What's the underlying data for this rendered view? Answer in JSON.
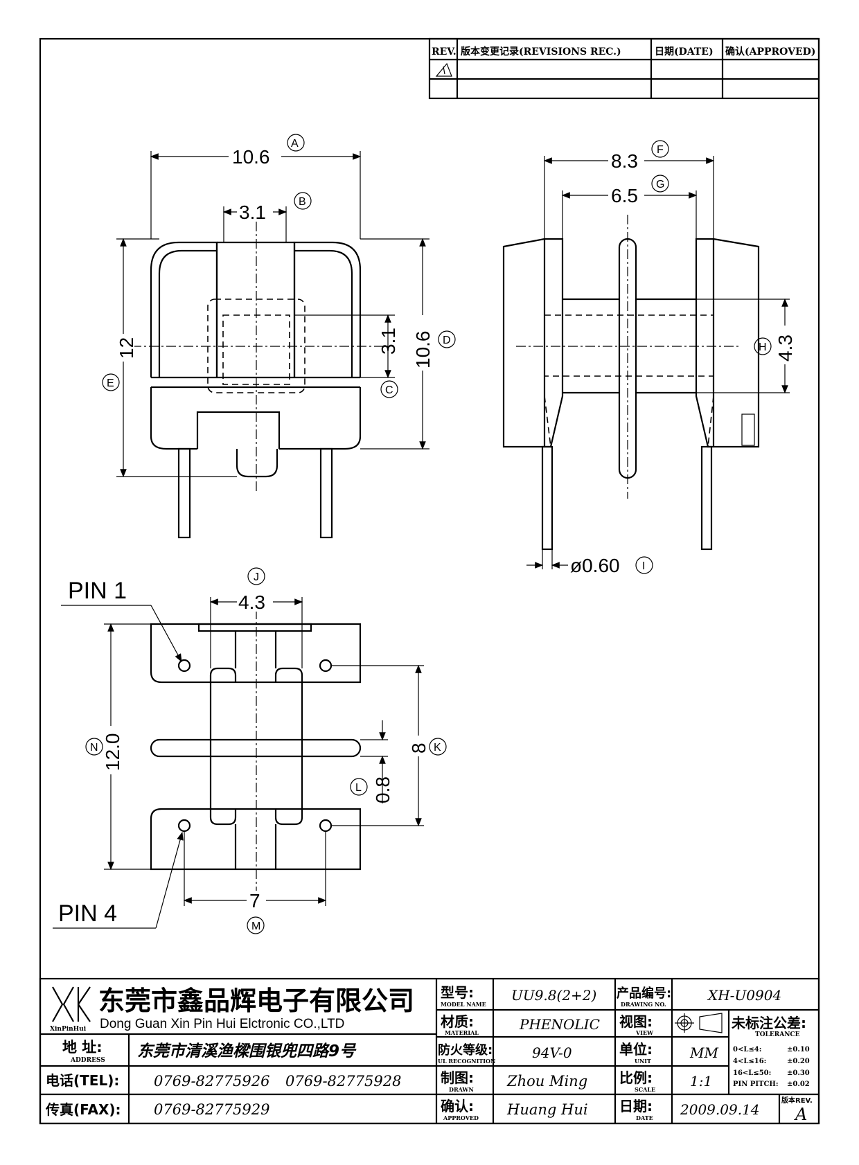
{
  "revisions": {
    "header_rev": "REV.",
    "header_record": "版本变更记录(REVISIONS REC.)",
    "header_date": "日期(DATE)",
    "header_approved": "确认(APPROVED)"
  },
  "views": {
    "front": {
      "dim_a": "10.6",
      "label_a": "A",
      "dim_b": "3.1",
      "label_b": "B",
      "dim_c": "3.1",
      "label_c": "C",
      "dim_d": "10.6",
      "label_d": "D",
      "dim_e": "12",
      "label_e": "E"
    },
    "side": {
      "dim_f": "8.3",
      "label_f": "F",
      "dim_g": "6.5",
      "label_g": "G",
      "dim_h": "4.3",
      "label_h": "H",
      "dim_i": "ø0.60",
      "label_i": "I"
    },
    "bottom": {
      "pin1": "PIN 1",
      "pin4": "PIN 4",
      "dim_j": "4.3",
      "label_j": "J",
      "dim_k": "8",
      "label_k": "K",
      "dim_l": "0.8",
      "label_l": "L",
      "dim_m": "7",
      "label_m": "M",
      "dim_n": "12.0",
      "label_n": "N"
    }
  },
  "title_block": {
    "company_cn": "东莞市鑫品辉电子有限公司",
    "company_en": "Dong Guan Xin Pin Hui Elctronic CO.,LTD",
    "logo_text": "XinPinHui",
    "address_label": "地 址:",
    "address_label_en": "ADDRESS",
    "address": "东莞市清溪渔樑围银兜四路9号",
    "tel_label": "电话(TEL):",
    "tel1": "0769-82775926",
    "tel2": "0769-82775928",
    "fax_label": "传真(FAX):",
    "fax": "0769-82775929",
    "model_label": "型号:",
    "model_label_en": "MODEL NAME",
    "model": "UU9.8(2+2)",
    "material_label": "材质:",
    "material_label_en": "MATERIAL",
    "material": "PHENOLIC",
    "ul_label": "防火等级:",
    "ul_label_en": "UL RECOGNITION",
    "ul": "94V-0",
    "drawn_label": "制图:",
    "drawn_label_en": "DRAWN",
    "drawn": "Zhou Ming",
    "approved_label": "确认:",
    "approved_label_en": "APPROVED",
    "approved": "Huang Hui",
    "drawing_no_label": "产品编号:",
    "drawing_no_label_en": "DRAWING NO.",
    "drawing_no": "XH-U0904",
    "view_label": "视图:",
    "view_label_en": "VIEW",
    "unit_label": "单位:",
    "unit_label_en": "UNIT",
    "unit": "MM",
    "scale_label": "比例:",
    "scale_label_en": "SCALE",
    "scale": "1:1",
    "date_label": "日期:",
    "date_label_en": "DATE",
    "date": "2009.09.14",
    "tolerance_label": "未标注公差:",
    "tolerance_label_en": "TOLERANCE",
    "tolerances": [
      {
        "range": "0<L≤4:",
        "value": "±0.10"
      },
      {
        "range": "4<L≤16:",
        "value": "±0.20"
      },
      {
        "range": "16<L≤50:",
        "value": "±0.30"
      },
      {
        "range": "PIN PITCH:",
        "value": "±0.02"
      }
    ],
    "rev_label": "版本REV.",
    "rev": "A"
  }
}
